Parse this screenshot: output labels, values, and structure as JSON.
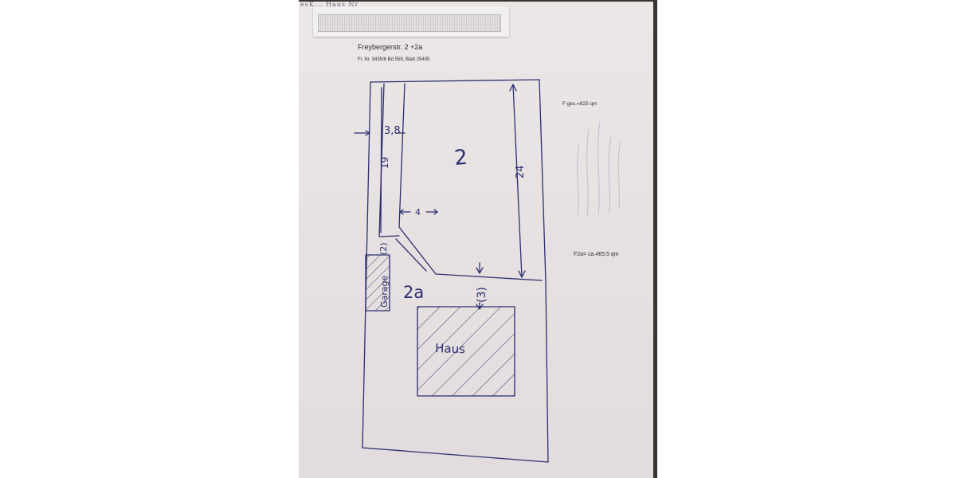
{
  "document": {
    "edge_scrawl": "esK... Haus Nr",
    "title": "Freybergerstr. 2 +2a",
    "subtitle": "Fl. Nr. 3435/6 Bd 559, Blatt 25405",
    "area_total": "F ges.=825 qm",
    "area_2a": "F2a= ca.465,5 qm"
  },
  "plan": {
    "label_parcel_2": "2",
    "label_parcel_2a": "2a",
    "label_garage": "Garage",
    "label_haus": "Haus",
    "marker_2": "(2)",
    "marker_3": "(3)",
    "dim_3_8": "3,8",
    "dim_4": "4",
    "dim_19": "19",
    "dim_24": "24"
  },
  "colors": {
    "ink": "#2b2f6e",
    "paper": "#e8e2e3",
    "print": "#2d2a33"
  }
}
